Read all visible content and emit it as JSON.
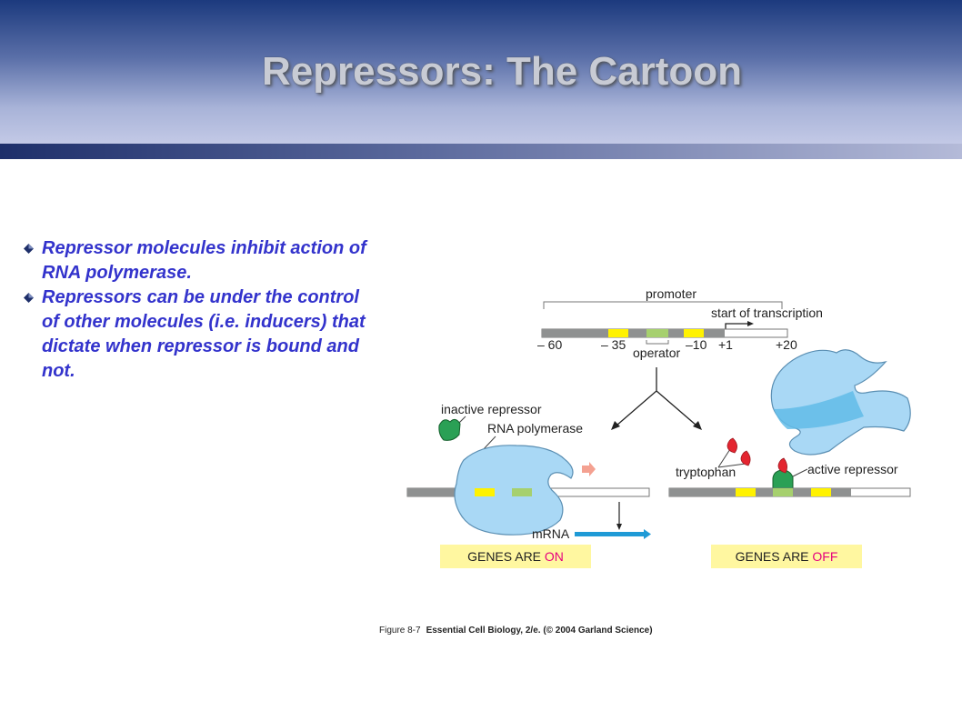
{
  "slide": {
    "title": "Repressors: The Cartoon",
    "bullets": [
      "Repressor molecules inhibit action of RNA polymerase.",
      "Repressors can be under the control of other molecules (i.e. inducers) that dictate when repressor is bound and not."
    ]
  },
  "figure": {
    "promoter_label": "promoter",
    "start_label": "start of transcription",
    "operator_label": "operator",
    "pos_m60": "– 60",
    "pos_m35": "– 35",
    "pos_m10": "–10",
    "pos_p1": "+1",
    "pos_p20": "+20",
    "inactive_repressor_label": "inactive repressor",
    "rna_polymerase_label": "RNA polymerase",
    "mrna_label": "mRNA",
    "tryptophan_label": "tryptophan",
    "active_repressor_label": "active repressor",
    "genes_on_prefix": "GENES ARE ",
    "genes_on_state": "ON",
    "genes_off_prefix": "GENES ARE ",
    "genes_off_state": "OFF",
    "caption_prefix": "Figure 8-7",
    "caption_text": "Essential Cell Biology, 2/e. (© 2004 Garland Science)",
    "colors": {
      "dna_gray": "#8f9191",
      "box_yellow": "#fff200",
      "box_green": "#a6d06e",
      "polymerase_blue": "#a9d8f5",
      "repressor_green": "#2aa055",
      "tryptophan_red": "#e42530",
      "label_bg": "#fff7a0",
      "state_magenta": "#e5007e",
      "mrna_blue": "#1f9ad6",
      "bullet_text": "#3333cc"
    }
  }
}
